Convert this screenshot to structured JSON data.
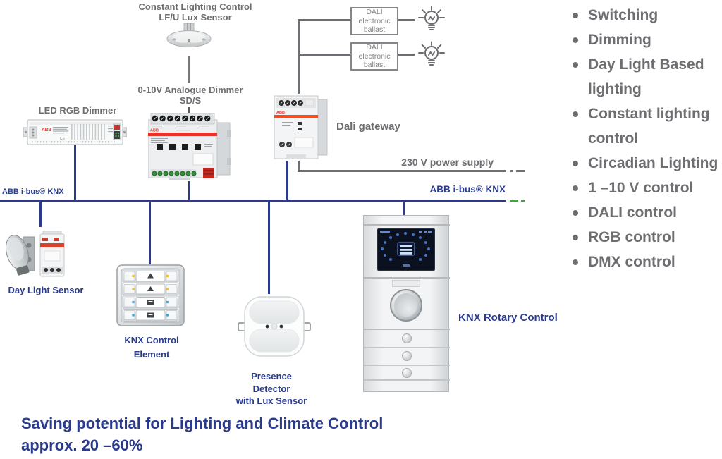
{
  "colors": {
    "navy": "#2a3b8d",
    "gray": "#6d6e71",
    "green": "#3aaa35",
    "red_stripe": "#e8332a",
    "orange_stripe": "#f04e23"
  },
  "labels": {
    "constant_lighting_line1": "Constant Lighting Control",
    "constant_lighting_line2": "LF/U Lux Sensor",
    "analogue_dimmer_line1": "0-10V Analogue Dimmer",
    "analogue_dimmer_line2": "SD/S",
    "led_rgb_dimmer": "LED RGB Dimmer",
    "dali_gateway": "Dali gateway",
    "power_supply": "230 V power supply",
    "knx_bus_left": "ABB i-bus® KNX",
    "knx_bus_right": "ABB i-bus® KNX",
    "day_light_sensor": "Day Light Sensor",
    "knx_control_line1": "KNX Control",
    "knx_control_line2": "Element",
    "presence_line1": "Presence",
    "presence_line2": "Detector",
    "presence_line3": "with Lux Sensor",
    "knx_rotary": "KNX Rotary Control",
    "abb_logo": "ABB"
  },
  "ballasts": [
    "DALI electronic ballast",
    "DALI electronic ballast"
  ],
  "features": [
    "Switching",
    "Dimming",
    "Day Light Based lighting",
    "Constant lighting control",
    "Circadian Lighting",
    "1 –10 V control",
    "DALI control",
    "RGB control",
    "DMX control"
  ],
  "footer": {
    "line1": "Saving potential for Lighting and Climate Control",
    "line2": "approx. 20 –60%"
  }
}
